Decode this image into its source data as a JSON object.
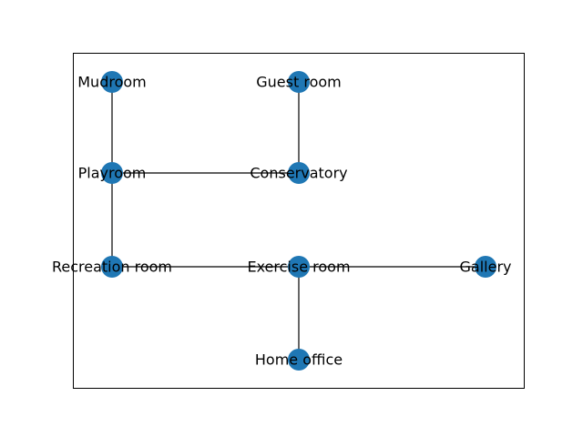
{
  "graph": {
    "nodes": [
      {
        "id": "mudroom",
        "label": "Mudroom"
      },
      {
        "id": "guest_room",
        "label": "Guest room"
      },
      {
        "id": "playroom",
        "label": "Playroom"
      },
      {
        "id": "conservatory",
        "label": "Conservatory"
      },
      {
        "id": "recreation_room",
        "label": "Recreation room"
      },
      {
        "id": "exercise_room",
        "label": "Exercise room"
      },
      {
        "id": "gallery",
        "label": "Gallery"
      },
      {
        "id": "home_office",
        "label": "Home office"
      }
    ],
    "edges": [
      {
        "source": "mudroom",
        "target": "playroom"
      },
      {
        "source": "guest_room",
        "target": "conservatory"
      },
      {
        "source": "playroom",
        "target": "conservatory"
      },
      {
        "source": "playroom",
        "target": "recreation_room"
      },
      {
        "source": "recreation_room",
        "target": "exercise_room"
      },
      {
        "source": "exercise_room",
        "target": "gallery"
      },
      {
        "source": "exercise_room",
        "target": "home_office"
      }
    ]
  },
  "colors": {
    "node_fill": "#1f77b4",
    "edge_stroke": "#000000",
    "label_text": "#000000",
    "frame_stroke": "#000000"
  }
}
